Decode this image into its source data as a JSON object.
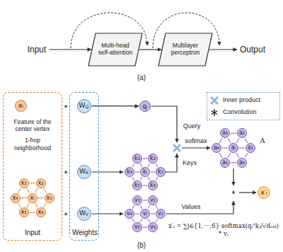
{
  "diagram": {
    "nodes": [
      {
        "text": [
          "Input"
        ]
      },
      {
        "text": [
          "Multi-head self-attention"
        ]
      },
      {
        "text": [
          "Multilayer perceptron"
        ]
      },
      {
        "text": [
          "Output"
        ]
      },
      {
        "text": [
          "Feature of the center vertex",
          "1-hop neighborhood",
          "Input"
        ]
      },
      {
        "text": [
          "xᵢ"
        ],
        "in": 4
      },
      {
        "text": [
          "xᵢ"
        ],
        "in": 4
      },
      {
        "text": [
          "x₁"
        ],
        "in": 4
      },
      {
        "text": [
          "x₂"
        ],
        "in": 4
      },
      {
        "text": [
          "x₃"
        ],
        "in": 4
      },
      {
        "text": [
          "x₄"
        ],
        "in": 4
      },
      {
        "text": [
          "x₅"
        ],
        "in": 4
      },
      {
        "text": [
          "x₆"
        ],
        "in": 4
      },
      {
        "text": [
          "Weights"
        ]
      },
      {
        "text": [
          "WQ"
        ],
        "in": 13
      },
      {
        "text": [
          "WK"
        ],
        "in": 13
      },
      {
        "text": [
          "WV"
        ],
        "in": 13
      },
      {
        "text": [
          "qᵢ"
        ]
      },
      {
        "text": [
          "kᵢ"
        ]
      },
      {
        "text": [
          "k₁"
        ]
      },
      {
        "text": [
          "k₂"
        ]
      },
      {
        "text": [
          "k₃"
        ]
      },
      {
        "text": [
          "k₄"
        ]
      },
      {
        "text": [
          "k₅"
        ]
      },
      {
        "text": [
          "k₆"
        ]
      },
      {
        "text": [
          "vᵢ"
        ]
      },
      {
        "text": [
          "v₁"
        ]
      },
      {
        "text": [
          "v₂"
        ]
      },
      {
        "text": [
          "v₃"
        ]
      },
      {
        "text": [
          "v₄"
        ]
      },
      {
        "text": [
          "v₅"
        ]
      },
      {
        "text": [
          "v₆"
        ]
      },
      {
        "text": [
          "aᵢ"
        ]
      },
      {
        "text": [
          "a₁"
        ]
      },
      {
        "text": [
          "a₂"
        ]
      },
      {
        "text": [
          "a₃"
        ]
      },
      {
        "text": [
          "a₄"
        ]
      },
      {
        "text": [
          "a₅"
        ]
      },
      {
        "text": [
          "a₆"
        ]
      },
      {
        "text": [
          "x′ᵢ"
        ]
      }
    ],
    "edges": [
      {
        "from": 0,
        "to": 1,
        "arrow": "to"
      },
      {
        "from": 1,
        "to": 2,
        "arrow": "to"
      },
      {
        "from": 2,
        "to": 3,
        "arrow": "to"
      },
      {
        "from": 14,
        "to": 17,
        "arrow": "to"
      },
      {
        "from": 6,
        "to": 7,
        "arrow": "none"
      },
      {
        "from": 6,
        "to": 8,
        "arrow": "none"
      },
      {
        "from": 6,
        "to": 9,
        "arrow": "none"
      },
      {
        "from": 6,
        "to": 10,
        "arrow": "none"
      },
      {
        "from": 6,
        "to": 11,
        "arrow": "none"
      },
      {
        "from": 6,
        "to": 12,
        "arrow": "none"
      },
      {
        "from": 7,
        "to": 8,
        "arrow": "none"
      },
      {
        "from": 8,
        "to": 9,
        "arrow": "none"
      },
      {
        "from": 9,
        "to": 10,
        "arrow": "none"
      },
      {
        "from": 10,
        "to": 11,
        "arrow": "none"
      },
      {
        "from": 11,
        "to": 12,
        "arrow": "none"
      },
      {
        "from": 12,
        "to": 7,
        "arrow": "none"
      },
      {
        "from": 18,
        "to": 19,
        "arrow": "none"
      },
      {
        "from": 18,
        "to": 20,
        "arrow": "none"
      },
      {
        "from": 18,
        "to": 21,
        "arrow": "none"
      },
      {
        "from": 18,
        "to": 22,
        "arrow": "none"
      },
      {
        "from": 18,
        "to": 23,
        "arrow": "none"
      },
      {
        "from": 18,
        "to": 24,
        "arrow": "none"
      },
      {
        "from": 19,
        "to": 20,
        "arrow": "none"
      },
      {
        "from": 20,
        "to": 21,
        "arrow": "none"
      },
      {
        "from": 21,
        "to": 22,
        "arrow": "none"
      },
      {
        "from": 22,
        "to": 23,
        "arrow": "none"
      },
      {
        "from": 23,
        "to": 24,
        "arrow": "none"
      },
      {
        "from": 24,
        "to": 19,
        "arrow": "none"
      },
      {
        "from": 25,
        "to": 26,
        "arrow": "none"
      },
      {
        "from": 25,
        "to": 27,
        "arrow": "none"
      },
      {
        "from": 25,
        "to": 28,
        "arrow": "none"
      },
      {
        "from": 25,
        "to": 29,
        "arrow": "none"
      },
      {
        "from": 25,
        "to": 30,
        "arrow": "none"
      },
      {
        "from": 25,
        "to": 31,
        "arrow": "none"
      },
      {
        "from": 26,
        "to": 27,
        "arrow": "none"
      },
      {
        "from": 27,
        "to": 28,
        "arrow": "none"
      },
      {
        "from": 28,
        "to": 29,
        "arrow": "none"
      },
      {
        "from": 29,
        "to": 30,
        "arrow": "none"
      },
      {
        "from": 30,
        "to": 31,
        "arrow": "none"
      },
      {
        "from": 31,
        "to": 26,
        "arrow": "none"
      },
      {
        "from": 32,
        "to": 33,
        "arrow": "none"
      },
      {
        "from": 32,
        "to": 34,
        "arrow": "none"
      },
      {
        "from": 32,
        "to": 35,
        "arrow": "none"
      },
      {
        "from": 32,
        "to": 36,
        "arrow": "none"
      },
      {
        "from": 32,
        "to": 37,
        "arrow": "none"
      },
      {
        "from": 32,
        "to": 38,
        "arrow": "none"
      },
      {
        "from": 33,
        "to": 34,
        "arrow": "none"
      },
      {
        "from": 34,
        "to": 35,
        "arrow": "none"
      },
      {
        "from": 35,
        "to": 36,
        "arrow": "none"
      },
      {
        "from": 36,
        "to": 37,
        "arrow": "none"
      },
      {
        "from": 37,
        "to": 38,
        "arrow": "none"
      },
      {
        "from": 38,
        "to": 33,
        "arrow": "none"
      }
    ],
    "labels": [
      "(a)",
      "*",
      "*",
      "*",
      "Query",
      "Keys",
      "softmax",
      "A",
      "Values",
      "*",
      "x′ᵢ = ∑j∈{1,⋯,6} softmax(qᵢᵀkⱼ/√dₒᵤₜ) * vⱼ",
      "(b)"
    ],
    "legend": [
      {
        "text": "Inner product"
      },
      {
        "text": "Convolution"
      }
    ]
  }
}
